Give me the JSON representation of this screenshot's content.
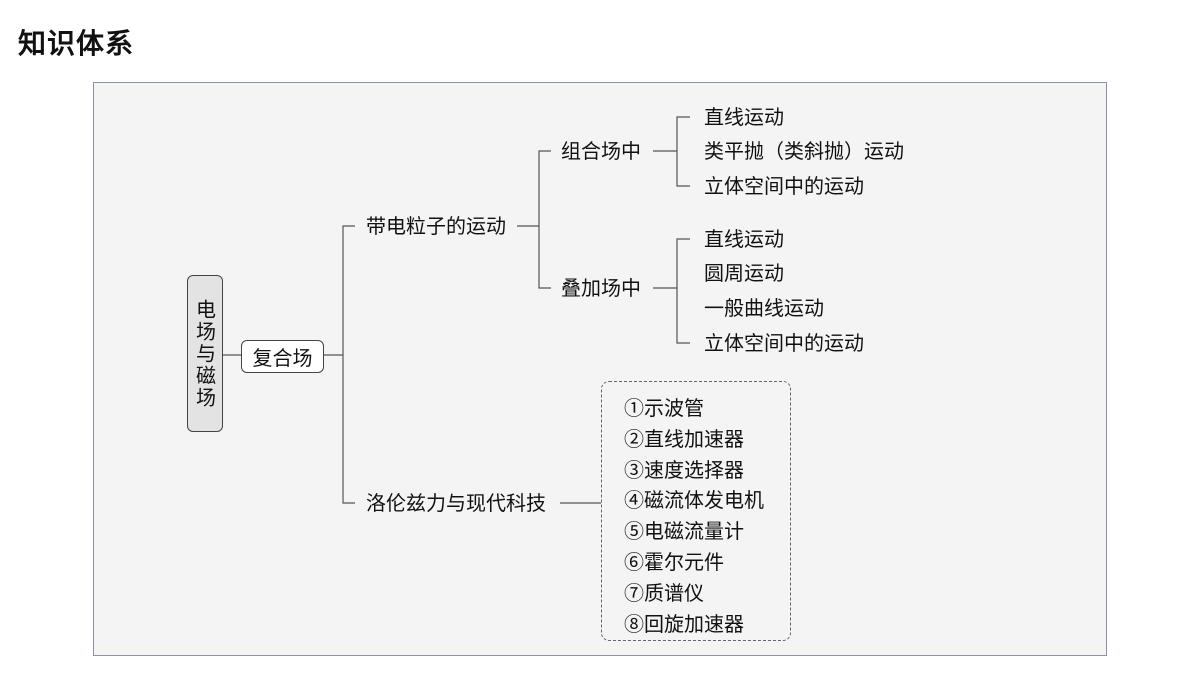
{
  "page_title": "知识体系",
  "mindmap": {
    "root": "电场与磁场",
    "level1": "复合场",
    "branch_particle": {
      "label": "带电粒子的运动",
      "combined": {
        "label": "组合场中",
        "items": [
          "直线运动",
          "类平抛（类斜抛）运动",
          "立体空间中的运动"
        ]
      },
      "superposed": {
        "label": "叠加场中",
        "items": [
          "直线运动",
          "圆周运动",
          "一般曲线运动",
          "立体空间中的运动"
        ]
      }
    },
    "branch_lorentz": {
      "label": "洛伦兹力与现代科技",
      "devices": [
        "①示波管",
        "②直线加速器",
        "③速度选择器",
        "④磁流体发电机",
        "⑤电磁流量计",
        "⑥霍尔元件",
        "⑦质谱仪",
        "⑧回旋加速器"
      ]
    }
  }
}
